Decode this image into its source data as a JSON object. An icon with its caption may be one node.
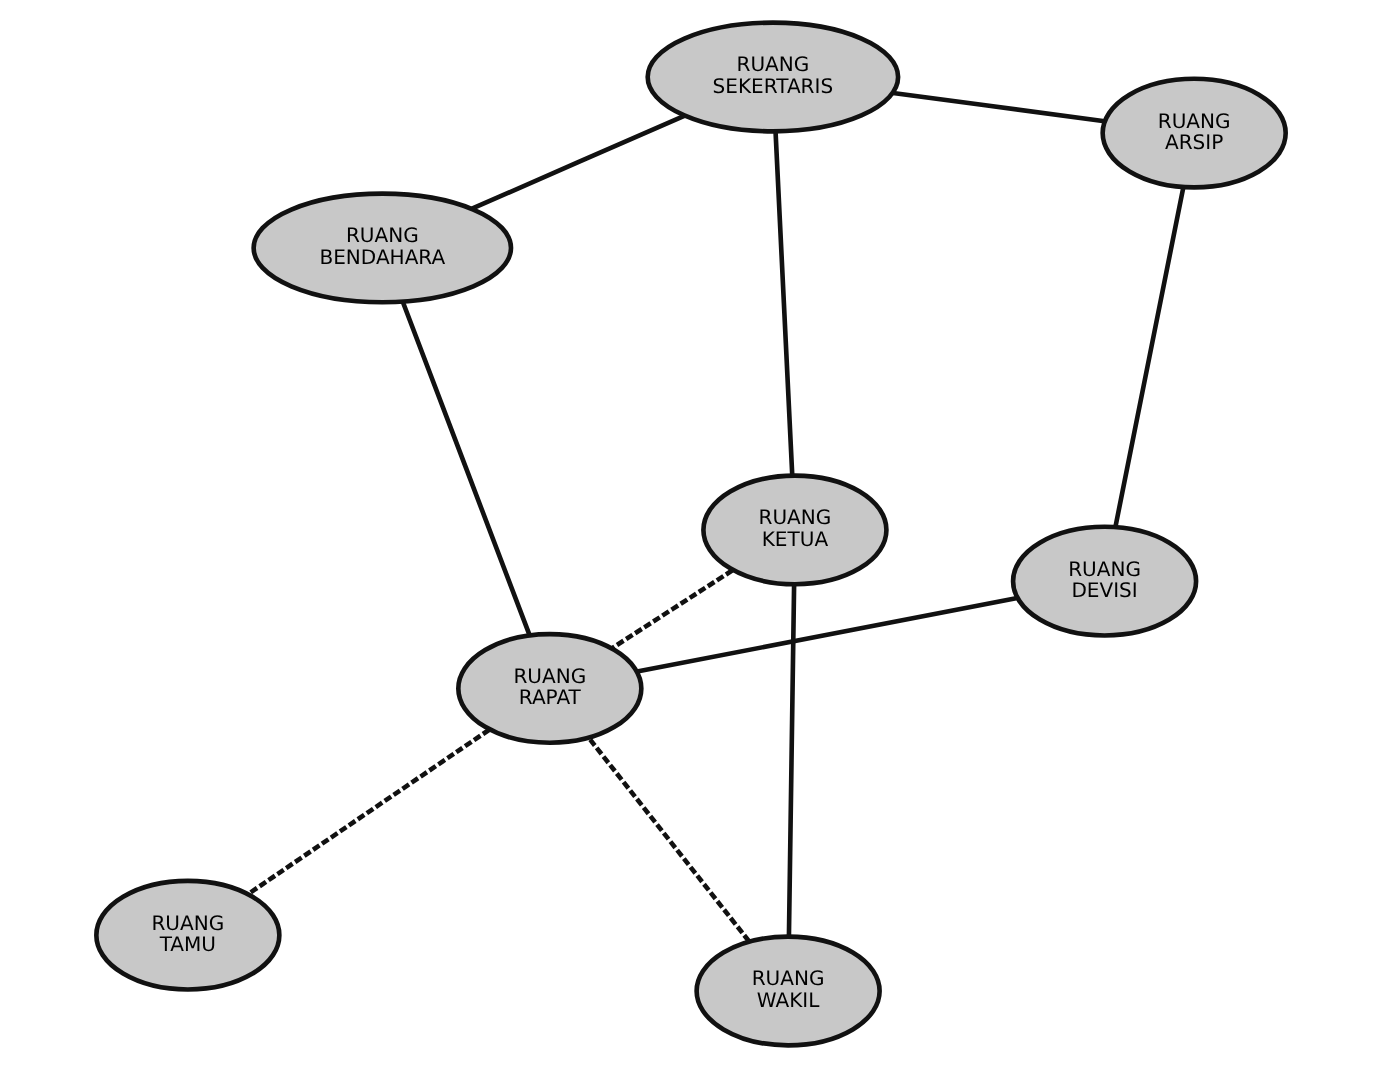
{
  "diagram": {
    "nodes": [
      {
        "text": [
          "RUANG KETUA"
        ]
      },
      {
        "text": [
          "RUANG SEKERTARIS"
        ]
      },
      {
        "text": [
          "RUANG WAKIL"
        ]
      },
      {
        "text": [
          "RUANG BENDAHARA"
        ]
      },
      {
        "text": [
          "RUANG RAPAT"
        ]
      },
      {
        "text": [
          "RUANG ARSIP"
        ]
      },
      {
        "text": [
          "RUANG TAMU"
        ]
      },
      {
        "text": [
          "RUANG DEVISI"
        ]
      }
    ],
    "edges": [
      {
        "from": 1,
        "to": 0,
        "arrow": "none"
      },
      {
        "from": 0,
        "to": 2,
        "arrow": "none"
      },
      {
        "from": 0,
        "to": 4,
        "arrow": "none",
        "style": "dashed"
      },
      {
        "from": 2,
        "to": 4,
        "arrow": "none",
        "style": "dashed"
      },
      {
        "from": 1,
        "to": 3,
        "arrow": "none"
      },
      {
        "from": 1,
        "to": 5,
        "arrow": "none"
      },
      {
        "from": 3,
        "to": 4,
        "arrow": "none"
      },
      {
        "from": 4,
        "to": 6,
        "arrow": "none",
        "style": "dashed"
      },
      {
        "from": 4,
        "to": 7,
        "arrow": "none"
      },
      {
        "from": 5,
        "to": 7,
        "arrow": "none"
      }
    ]
  }
}
